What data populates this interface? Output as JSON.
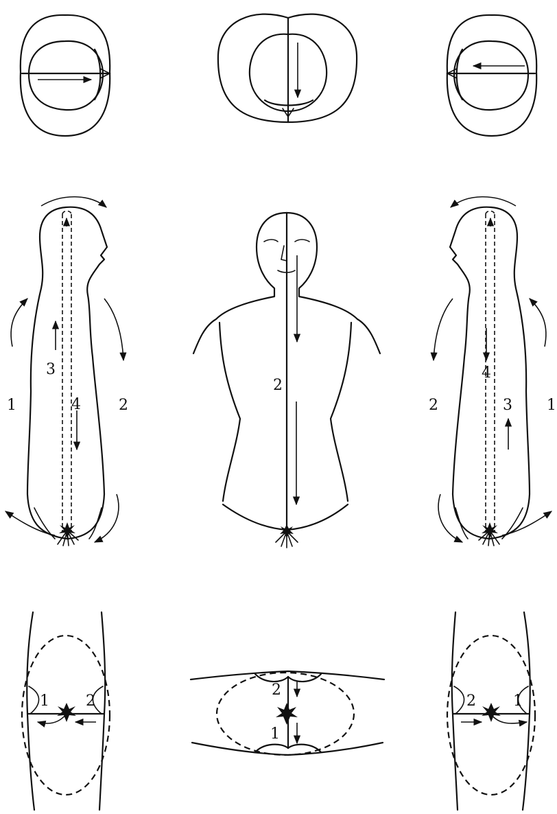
{
  "side_view": {
    "labels": [
      "1",
      "2",
      "3",
      "4"
    ]
  },
  "front_view": {
    "labels": [
      "2"
    ]
  },
  "side_view_mirrored": {
    "labels": [
      "1",
      "2",
      "3",
      "4"
    ]
  },
  "bottom_left": {
    "labels": [
      "1",
      "2"
    ]
  },
  "bottom_center": {
    "labels": [
      "2",
      "1"
    ]
  },
  "bottom_right": {
    "labels": [
      "2",
      "1"
    ]
  },
  "icons": [
    "starburst-icon",
    "arrow-icon"
  ]
}
